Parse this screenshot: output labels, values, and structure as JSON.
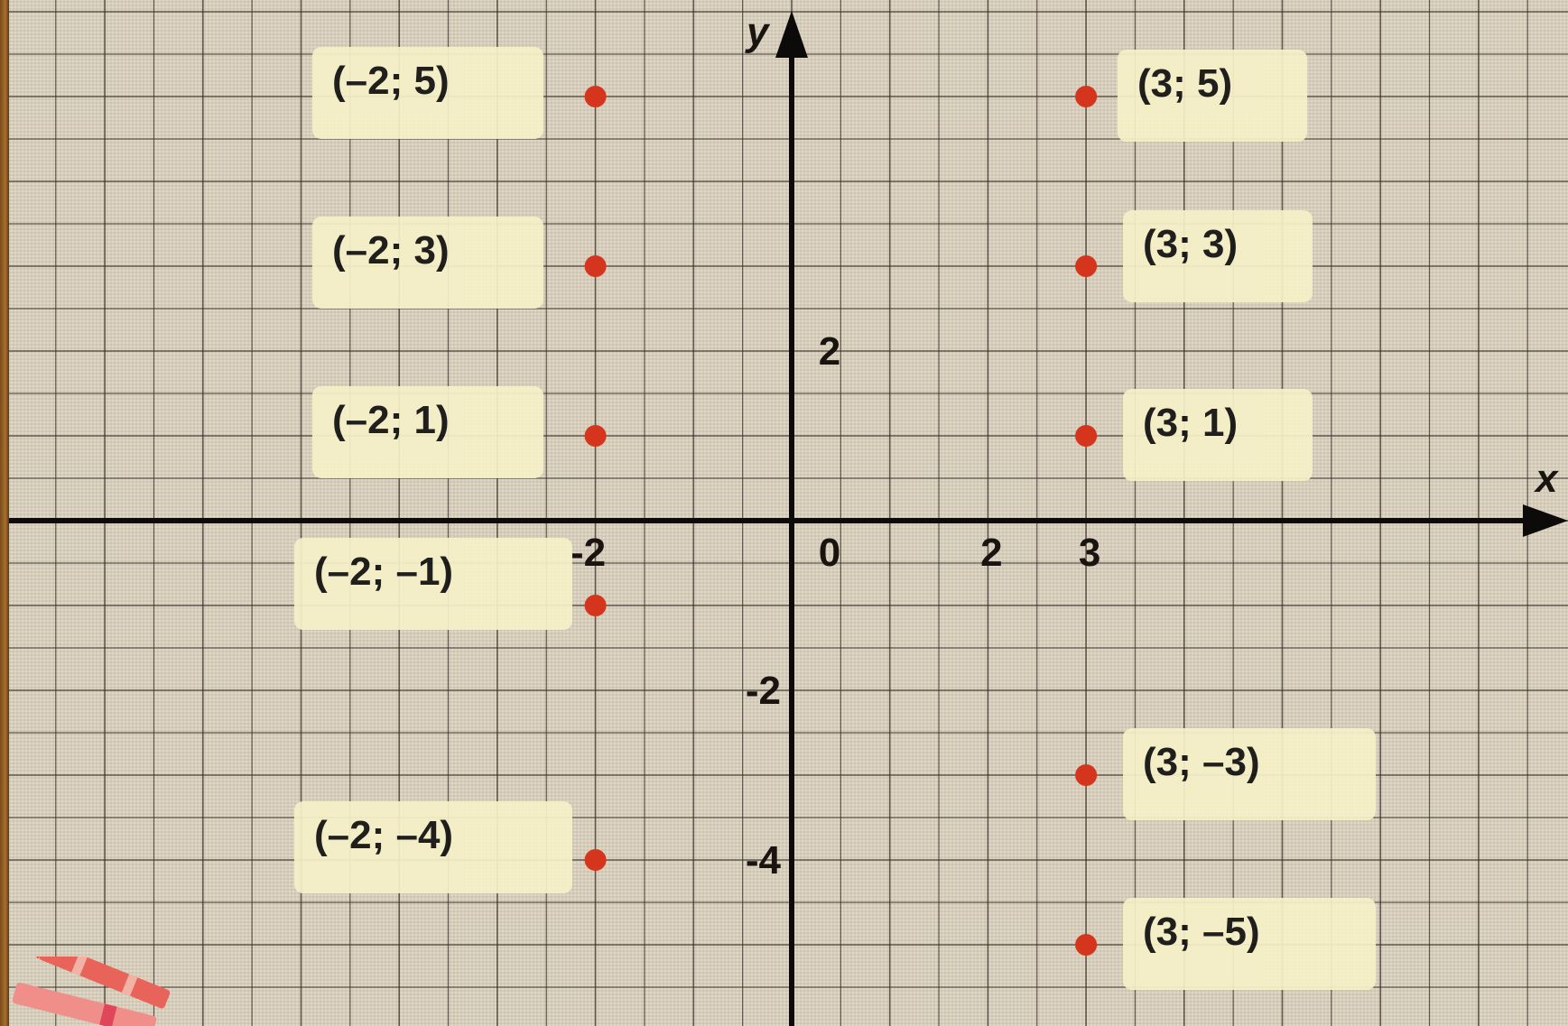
{
  "chart_data": {
    "type": "scatter",
    "title": "",
    "xlabel": "x",
    "ylabel": "y",
    "xlim": [
      -8.0,
      7.9
    ],
    "ylim": [
      -6.0,
      6.9
    ],
    "grid": true,
    "x_ticks": [
      {
        "value": -2,
        "label": "-2"
      },
      {
        "value": 0,
        "label": "0"
      },
      {
        "value": 2,
        "label": "2"
      },
      {
        "value": 3,
        "label": "3"
      }
    ],
    "y_ticks": [
      {
        "value": 2,
        "label": "2"
      },
      {
        "value": -2,
        "label": "-2"
      },
      {
        "value": -4,
        "label": "-4"
      }
    ],
    "points_color": "#d4351c",
    "points": [
      {
        "x": -2,
        "y": 5,
        "label": "(–2; 5)"
      },
      {
        "x": -2,
        "y": 3,
        "label": "(–2; 3)"
      },
      {
        "x": -2,
        "y": 1,
        "label": "(–2; 1)"
      },
      {
        "x": -2,
        "y": -1,
        "label": "(–2; –1)"
      },
      {
        "x": -2,
        "y": -4,
        "label": "(–2; –4)"
      },
      {
        "x": 3,
        "y": 5,
        "label": "(3; 5)"
      },
      {
        "x": 3,
        "y": 3,
        "label": "(3; 3)"
      },
      {
        "x": 3,
        "y": 1,
        "label": "(3; 1)"
      },
      {
        "x": 3,
        "y": -3,
        "label": "(3; –3)"
      },
      {
        "x": 3,
        "y": -5,
        "label": "(3; –5)"
      }
    ]
  },
  "decor": {
    "board_color": "#d9cfbb",
    "grid_minor_color": "#3a3028",
    "axis_color": "#0d0b09",
    "label_box_color": "#f6f1c8",
    "crayon_icon": "crayons-icon"
  }
}
